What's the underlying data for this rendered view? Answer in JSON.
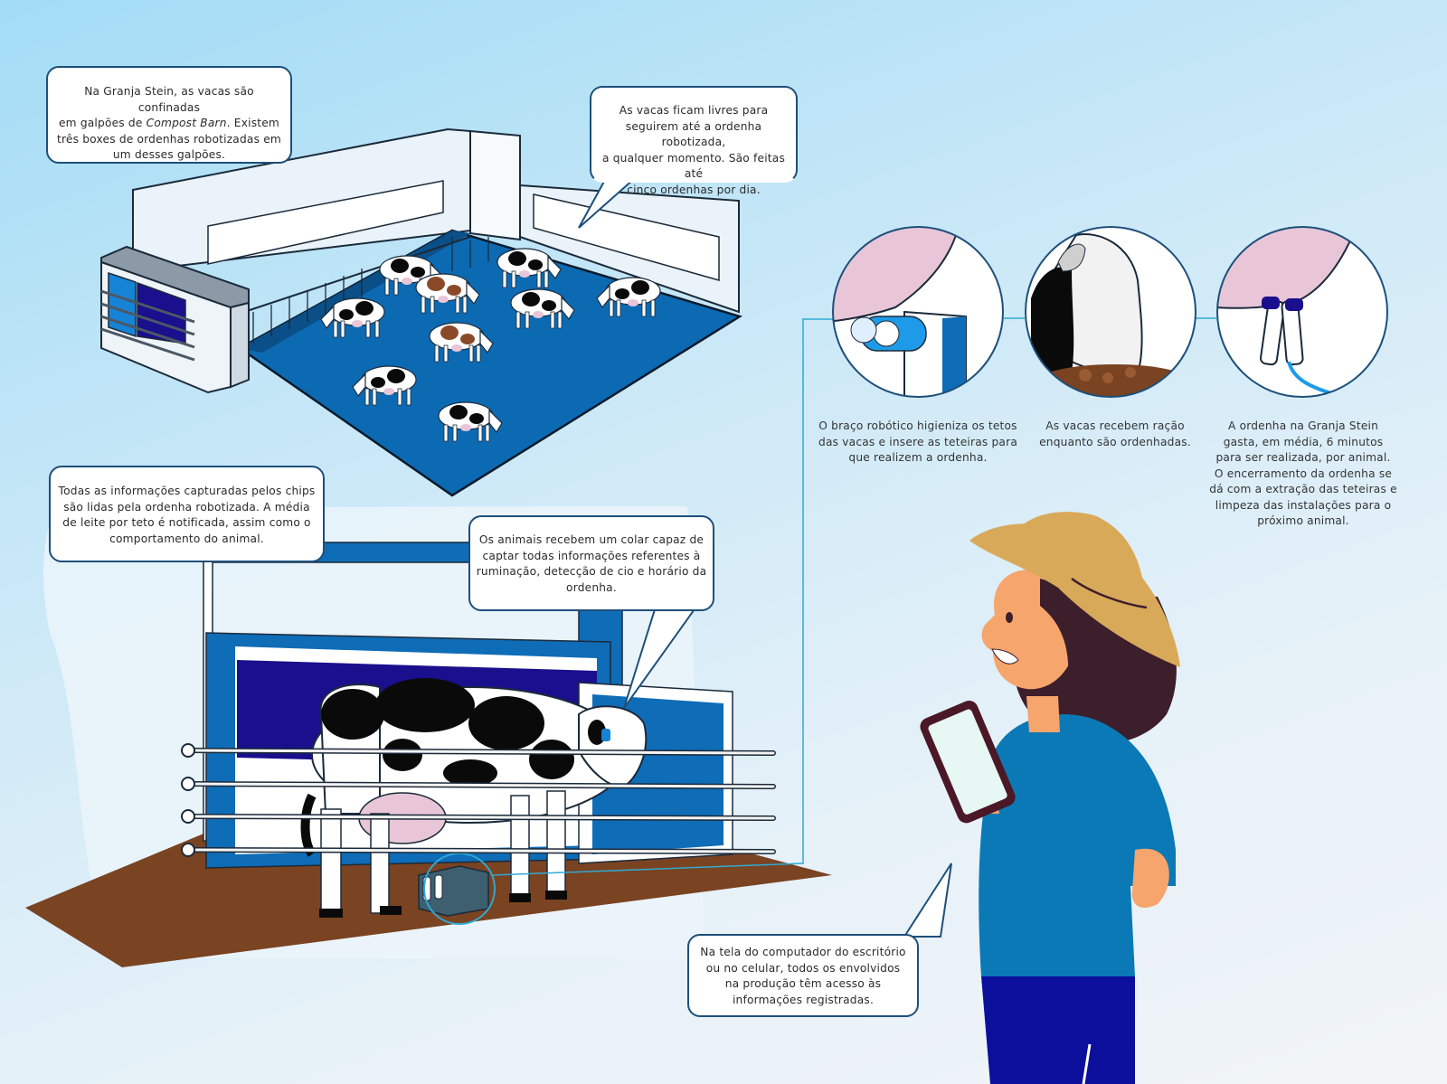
{
  "callouts": {
    "compost_barn": {
      "line1": "Na Granja Stein, as vacas são confinadas",
      "line2_pre": "em galpões de ",
      "line2_italic": "Compost Barn",
      "line2_post": ". Existem",
      "line3": "três boxes de ordenhas robotizadas em",
      "line4": "um desses galpões."
    },
    "free_cows": {
      "lines": [
        "As vacas ficam livres para",
        "seguirem até a ordenha robotizada,",
        "a qualquer momento. São feitas até",
        "cinco ordenhas por dia."
      ]
    },
    "chips": {
      "lines": [
        "Todas as informações capturadas pelos chips",
        "são lidas pela ordenha robotizada. A média",
        "de leite por teto é notificada, assim como o",
        "comportamento do animal."
      ]
    },
    "collar": {
      "lines": [
        "Os animais recebem um colar capaz de",
        "captar todas informações referentes à",
        "ruminação, detecção de cio e horário da",
        "ordenha."
      ]
    },
    "computer": {
      "lines": [
        "Na tela do computador do escritório",
        "ou no celular, todos os envolvidos",
        "na produção têm acesso às",
        "informações registradas."
      ]
    }
  },
  "captions": {
    "robot_arm": [
      "O braço robótico higieniza os tetos",
      "das vacas e insere as teteiras para",
      "que realizem a ordenha."
    ],
    "feed": [
      "As vacas recebem ração",
      "enquanto são ordenhadas."
    ],
    "milking_time": [
      "A ordenha na Granja Stein",
      "gasta, em média, 6 minutos",
      "para ser realizada, por animal.",
      "O encerramento da ordenha se",
      "dá com a extração das teteiras e",
      "limpeza das instalações para o",
      "próximo animal."
    ]
  },
  "colors": {
    "floor_blue": "#0c6ab3",
    "stall_navy": "#1a0f8c",
    "frame_blue": "#0f6cb6",
    "dirt_brown": "#7a4322",
    "udder_pink": "#e8c6d8",
    "hat_tan": "#d9a95a",
    "shirt_blue": "#0b79b6",
    "pants_navy": "#0b0f9c",
    "hair_dark": "#3d1e2b",
    "skin": "#f6a56c",
    "connector_cyan": "#2fa9d3"
  }
}
